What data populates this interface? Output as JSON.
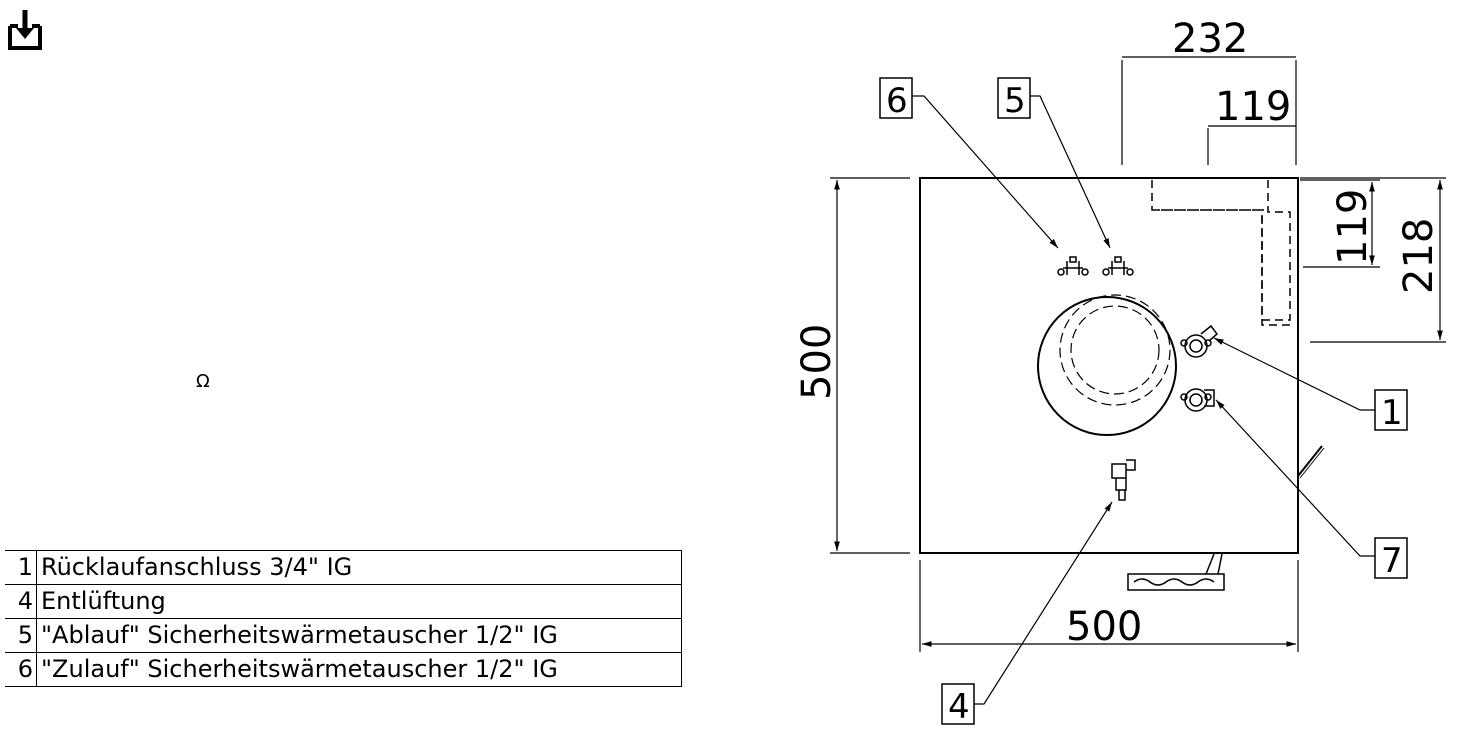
{
  "toolbar": {
    "download_icon": "download-icon"
  },
  "legend": [
    {
      "num": "1",
      "label": "Rücklaufanschluss 3/4\" IG"
    },
    {
      "num": "4",
      "label": "Entlüftung"
    },
    {
      "num": "5",
      "label": "\"Ablauf\" Sicherheitswärmetauscher 1/2\" IG"
    },
    {
      "num": "6",
      "label": "\"Zulauf\" Sicherheitswärmetauscher 1/2\" IG"
    }
  ],
  "dimensions": {
    "top_overall": "232",
    "top_inner": "119",
    "right_inner": "119",
    "right_overall": "218",
    "left_height": "500",
    "bottom_width": "500"
  },
  "callouts": {
    "c6": "6",
    "c5": "5",
    "c1": "1",
    "c7": "7",
    "c4": "4"
  },
  "center_mark": "Ω"
}
